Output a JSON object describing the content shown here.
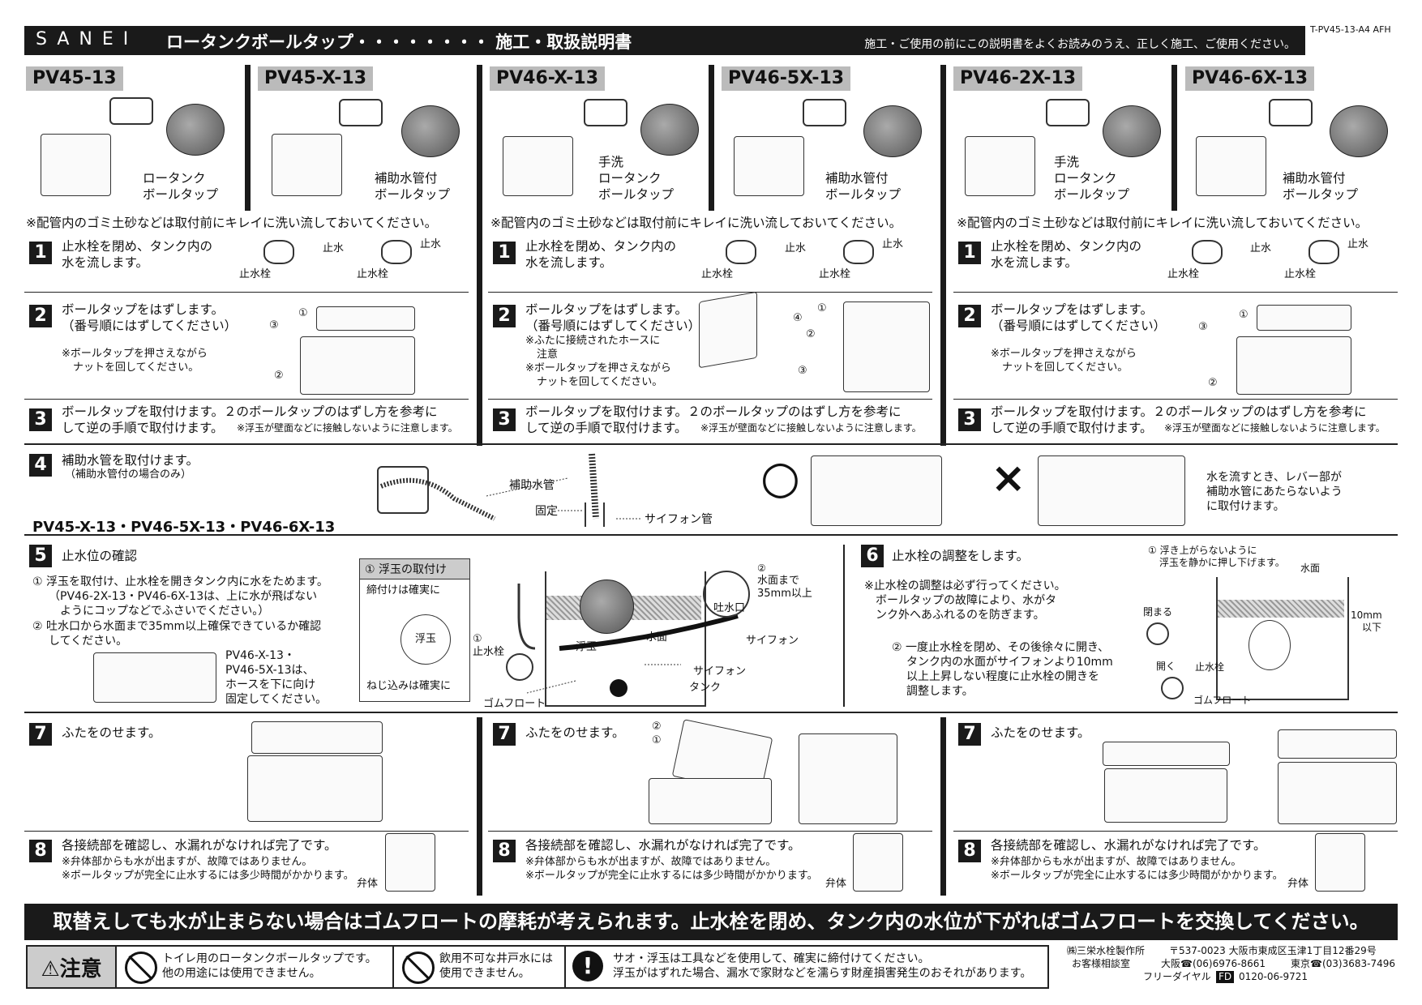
{
  "header": {
    "brand": "SANEI",
    "title": "ロータンクボールタップ・・・・・・・・ 施工・取扱説明書",
    "note": "施工・ご使用の前にこの説明書をよくお読みのうえ、正しく施工、ご使用ください。",
    "doc_code": "T-PV45-13-A4 AFH"
  },
  "models": [
    {
      "name": "PV45-13",
      "desc1": "ロータンク",
      "desc2": "ボールタップ",
      "desc3": ""
    },
    {
      "name": "PV45-X-13",
      "desc1": "補助水管付",
      "desc2": "ボールタップ",
      "desc3": ""
    },
    {
      "name": "PV46-X-13",
      "desc1": "手洗",
      "desc2": "ロータンク",
      "desc3": "ボールタップ"
    },
    {
      "name": "PV46-5X-13",
      "desc1": "補助水管付",
      "desc2": "ボールタップ",
      "desc3": ""
    },
    {
      "name": "PV46-2X-13",
      "desc1": "手洗",
      "desc2": "ロータンク",
      "desc3": "ボールタップ"
    },
    {
      "name": "PV46-6X-13",
      "desc1": "補助水管付",
      "desc2": "ボールタップ",
      "desc3": ""
    }
  ],
  "common": {
    "note": "※配管内のゴミ土砂などは取付前にキレイに洗い流しておいてください。",
    "step1_a": "止水栓を閉め、タンク内の",
    "step1_b": "水を流します。",
    "lbl_shisui": "止水",
    "lbl_shisuisen": "止水栓",
    "step2_a": "ボールタップをはずします。",
    "step2_b": "（番号順にはずしてください）",
    "step2_note_a": "※ボールタップを押さえながら",
    "step2_note_b": "ナットを回してください。",
    "step2m_note1": "※ふたに接続されたホースに",
    "step2m_note2": "注意",
    "step2m_note3": "※ボールタップを押さえながら",
    "step2m_note4": "ナットを回してください。",
    "step3_a": "ボールタップを取付けます。２のボールタップのはずし方を参考に",
    "step3_b": "して逆の手順で取付けます。",
    "step3_note": "※浮玉が壁面などに接触しないように注意します。",
    "c1": "①",
    "c2": "②",
    "c3": "③",
    "c4": "④"
  },
  "step4": {
    "num": "4",
    "title": "補助水管を取付けます。",
    "sub": "（補助水管付の場合のみ）",
    "models": "PV45-X-13・PV46-5X-13・PV46-6X-13",
    "lbl_hojo": "補助水管",
    "lbl_kotei": "固定",
    "lbl_siphon": "サイフォン管",
    "ok": "○",
    "ng": "×",
    "note1": "水を流すとき、レバー部が",
    "note2": "補助水管にあたらないよう",
    "note3": "に取付けます。"
  },
  "step5": {
    "num": "5",
    "title": "止水位の確認",
    "i1a": "① 浮玉を取付け、止水栓を開きタンク内に水をためます。",
    "i1b": "（PV46-2X-13・PV46-6X-13は、上に水が飛ばない",
    "i1c": "ようにコップなどでふさいでください。）",
    "i2a": "② 吐水口から水面まで35mm以上確保できているか確認",
    "i2b": "してください。",
    "hose1": "PV46-X-13・",
    "hose2": "PV46-5X-13は、",
    "hose3": "ホースを下に向け",
    "hose4": "固定してください。",
    "box_title": "① 浮玉の取付け",
    "box_t1": "締付けは確実に",
    "box_ball": "浮玉",
    "box_t2": "ねじ込みは確実に",
    "lbl_stop": "止水栓",
    "lbl_c1": "①",
    "lbl_c2": "②",
    "lbl_float": "浮玉",
    "lbl_surface": "水面",
    "lbl_siphon": "サイフォン",
    "lbl_tank": "タンク",
    "lbl_rubber": "ゴムフロート",
    "lbl_outlet": "吐水口",
    "lbl_35a": "水面まで",
    "lbl_35b": "35mm以上",
    "lbl_siphon2": "サイフォン"
  },
  "step6": {
    "num": "6",
    "title": "止水栓の調整をします。",
    "n1": "※止水栓の調整は必ず行ってください。",
    "n2": "ボールタップの故障により、水がタ",
    "n3": "ンク外へあふれるのを防ぎます。",
    "p1": "② 一度止水栓を閉め、その後徐々に開き、",
    "p2": "タンク内の水面がサイフォンより10mm",
    "p3": "以上上昇しない程度に止水栓の開きを",
    "p4": "調整します。",
    "c1a": "① 浮き上がらないように",
    "c1b": "浮玉を静かに押し下げます。",
    "lbl_surface": "水面",
    "lbl_close": "閉まる",
    "lbl_open": "開く",
    "lbl_stop": "止水栓",
    "lbl_10a": "10mm",
    "lbl_10b": "以下",
    "lbl_rubber": "ゴムフロート"
  },
  "step7": {
    "num": "7",
    "title": "ふたをのせます。",
    "c1": "①",
    "c2": "②"
  },
  "step8": {
    "num": "8",
    "title": "各接続部を確認し、水漏れがなければ完了です。",
    "n1": "※弁体部からも水が出ますが、故障ではありません。",
    "n2": "※ボールタップが完全に止水するには多少時間がかかります。",
    "lbl_valve": "弁体"
  },
  "banner": "取替えしても水が止まらない場合はゴムフロートの摩耗が考えられます。止水栓を閉め、タンク内の水位が下がればゴムフロートを交換してください。",
  "caution": {
    "label": "⚠注意",
    "c1a": "トイレ用のロータンクボールタップです。",
    "c1b": "他の用途には使用できません。",
    "c2a": "飲用不可な井戸水には",
    "c2b": "使用できません。",
    "c3a": "サオ・浮玉は工具などを使用して、確実に締付けてください。",
    "c3b": "浮玉がはずれた場合、漏水で家財などを濡らす財産損害発生のおそれがあります。",
    "excl": "!"
  },
  "company": {
    "name": "㈱三栄水栓製作所",
    "address": "〒537-0023 大阪市東成区玉津1丁目12番29号",
    "dept": "お客様相談室",
    "osaka": "大阪☎(06)6976-8661",
    "tokyo": "東京☎(03)3683-7496",
    "free": "フリーダイヤル",
    "free_num": "0120-06-9721"
  }
}
